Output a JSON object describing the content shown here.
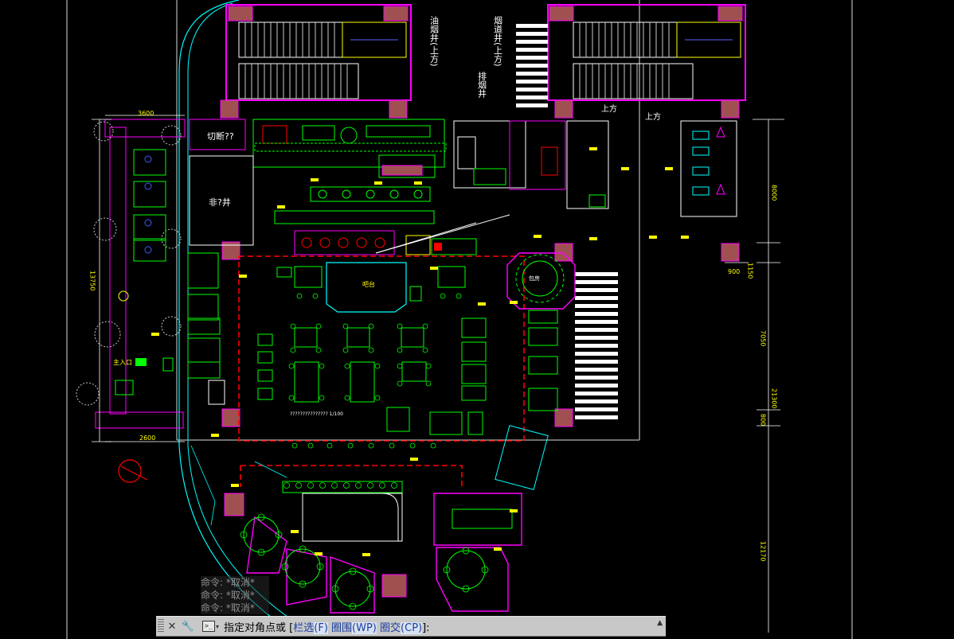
{
  "drawing": {
    "rooms": {
      "cut_label": "切断??",
      "shaft_label": "非?井",
      "stair_label_1": "油烟井(上方)",
      "stair_label_2": "烟道井(上方)",
      "stair_label_3": "排烟井",
      "bar_label": "吧台",
      "vip_label": "包房",
      "entrance_label": "主入口",
      "elev_label": "上方",
      "upper_label": "上方"
    },
    "dimensions": {
      "d1": "3600",
      "d2": "13750",
      "d3": "8000",
      "d4": "900",
      "d5": "1150",
      "d6": "7050",
      "d7": "21300",
      "d8": "800",
      "d9": "12170",
      "d10": "2600",
      "scale": "1/100"
    },
    "plan_title": "???????????????  1/100"
  },
  "command_history": [
    "命令: *取消*",
    "命令: *取消*",
    "命令: *取消*"
  ],
  "command_line": {
    "close_glyph": "✕",
    "settings_glyph": "🔧",
    "prompt_text": "指定对角点或",
    "open_bracket": "[",
    "opt1": "栏选",
    "key1": "(F)",
    "opt2": "圈围",
    "key2": "(WP)",
    "opt3": "圈交",
    "key3": "(CP)",
    "close_bracket": "]:",
    "scroll_up": "▲"
  },
  "colors": {
    "background": "#000000",
    "green": "#00ff00",
    "magenta": "#ff00ff",
    "yellow": "#ffff00",
    "red": "#ff0000",
    "cyan": "#00ffff",
    "white": "#ffffff",
    "blue": "#3c5aff",
    "brown": "#a05050"
  }
}
